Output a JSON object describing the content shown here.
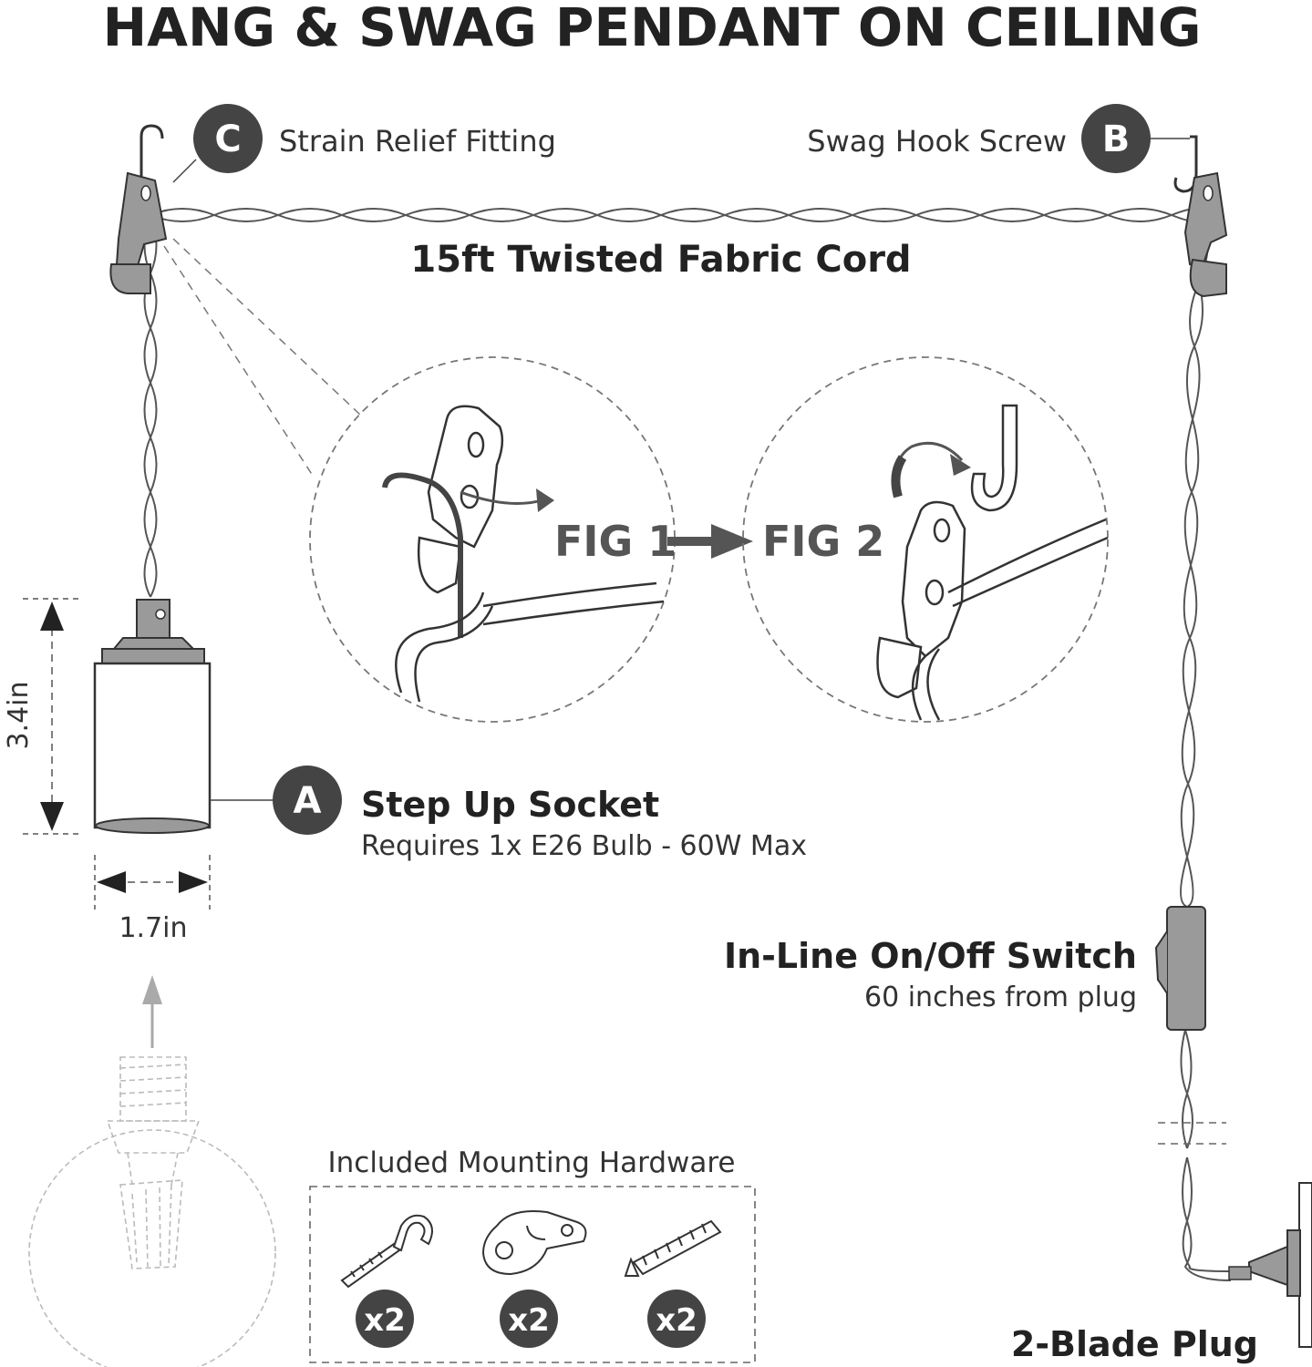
{
  "title": "HANG & SWAG PENDANT ON CEILING",
  "callouts": {
    "a": {
      "letter": "A",
      "title": "Step Up Socket",
      "subtitle": "Requires 1x E26 Bulb - 60W Max"
    },
    "b": {
      "letter": "B",
      "label": "Swag Hook Screw"
    },
    "c": {
      "letter": "C",
      "label": "Strain Relief Fitting"
    }
  },
  "cord_label": "15ft Twisted Fabric Cord",
  "figures": {
    "fig1": "FIG 1",
    "fig2": "FIG 2"
  },
  "dimensions": {
    "height": "3.4in",
    "width": "1.7in"
  },
  "switch": {
    "title": "In-Line On/Off Switch",
    "subtitle": "60 inches from plug"
  },
  "plug_label": "2-Blade Plug",
  "hardware": {
    "title": "Included Mounting Hardware",
    "items": [
      {
        "icon": "hook-screw-icon",
        "qty": "x2"
      },
      {
        "icon": "strain-relief-icon",
        "qty": "x2"
      },
      {
        "icon": "wall-anchor-icon",
        "qty": "x2"
      }
    ]
  },
  "colors": {
    "dark": "#444444",
    "line": "#555555",
    "fill": "#999999",
    "light": "#c8c8c8"
  }
}
